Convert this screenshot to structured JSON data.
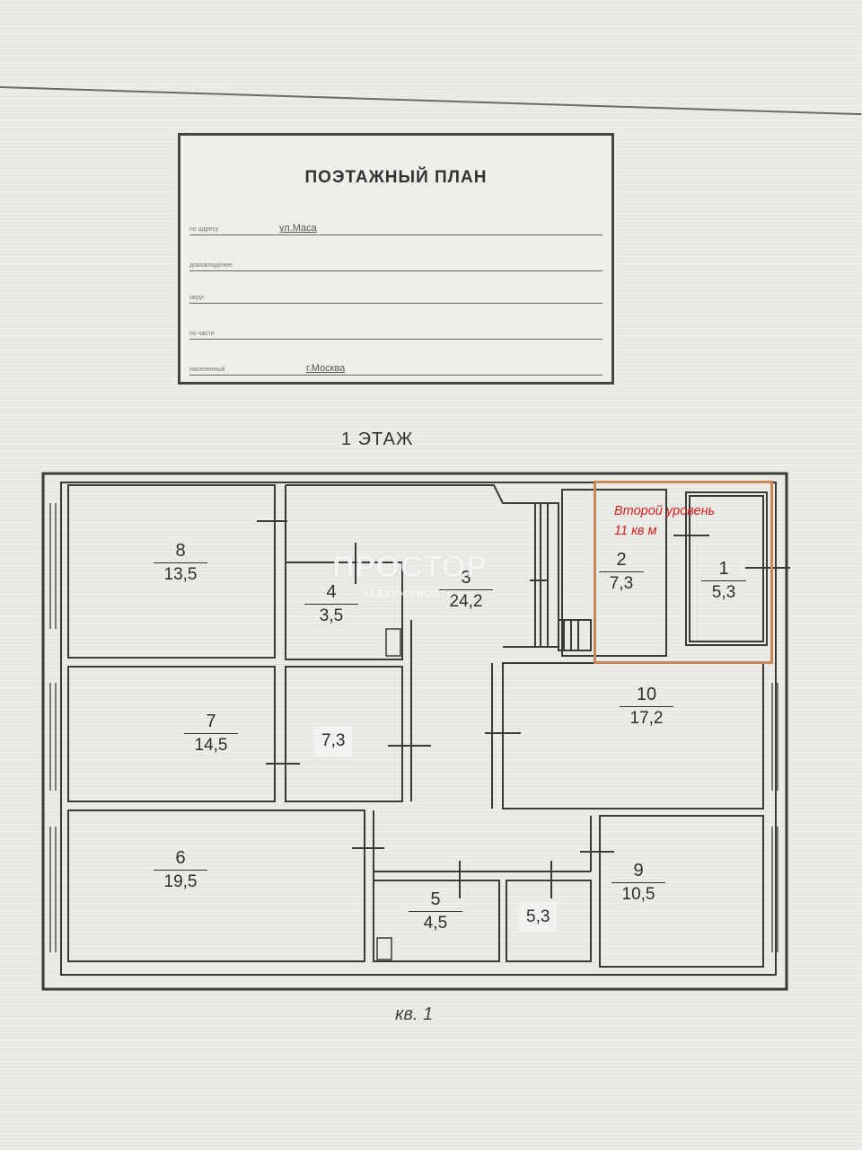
{
  "stamp": {
    "title": "ПОЭТАЖНЫЙ ПЛАН",
    "rows": [
      {
        "label": "по адресу",
        "value": "ул.Маса"
      },
      {
        "label": "домовладение",
        "value": ""
      },
      {
        "label": "округ",
        "value": ""
      },
      {
        "label": "по части",
        "value": ""
      },
      {
        "label": "населенный",
        "value": "г.Москва"
      }
    ]
  },
  "floor": {
    "title": "1 ЭТАЖ"
  },
  "rooms": [
    {
      "id": "1",
      "area": "5,3"
    },
    {
      "id": "2",
      "area": "7,3"
    },
    {
      "id": "3",
      "area": "24,2"
    },
    {
      "id": "4",
      "area": "3,5"
    },
    {
      "id": "5",
      "area": "4,5"
    },
    {
      "id": "6",
      "area": "19,5"
    },
    {
      "id": "7",
      "area": "14,5"
    },
    {
      "id": "8",
      "area": "13,5"
    },
    {
      "id": "9",
      "area": "10,5"
    },
    {
      "id": "10",
      "area": "17,2"
    }
  ],
  "unnumbered_areas": [
    "7,3",
    "5,3"
  ],
  "annotation": {
    "line1": "Второй уровень",
    "line2": "11 кв м"
  },
  "watermark": {
    "brand": "ПРОСТОР",
    "sub": "НЕДВИЖИМОСТЬ"
  },
  "footer": {
    "text": "кв. 1"
  },
  "colors": {
    "walls": "#3a3a3a",
    "annotation": "#d62020",
    "highlight": "#c9875a"
  }
}
